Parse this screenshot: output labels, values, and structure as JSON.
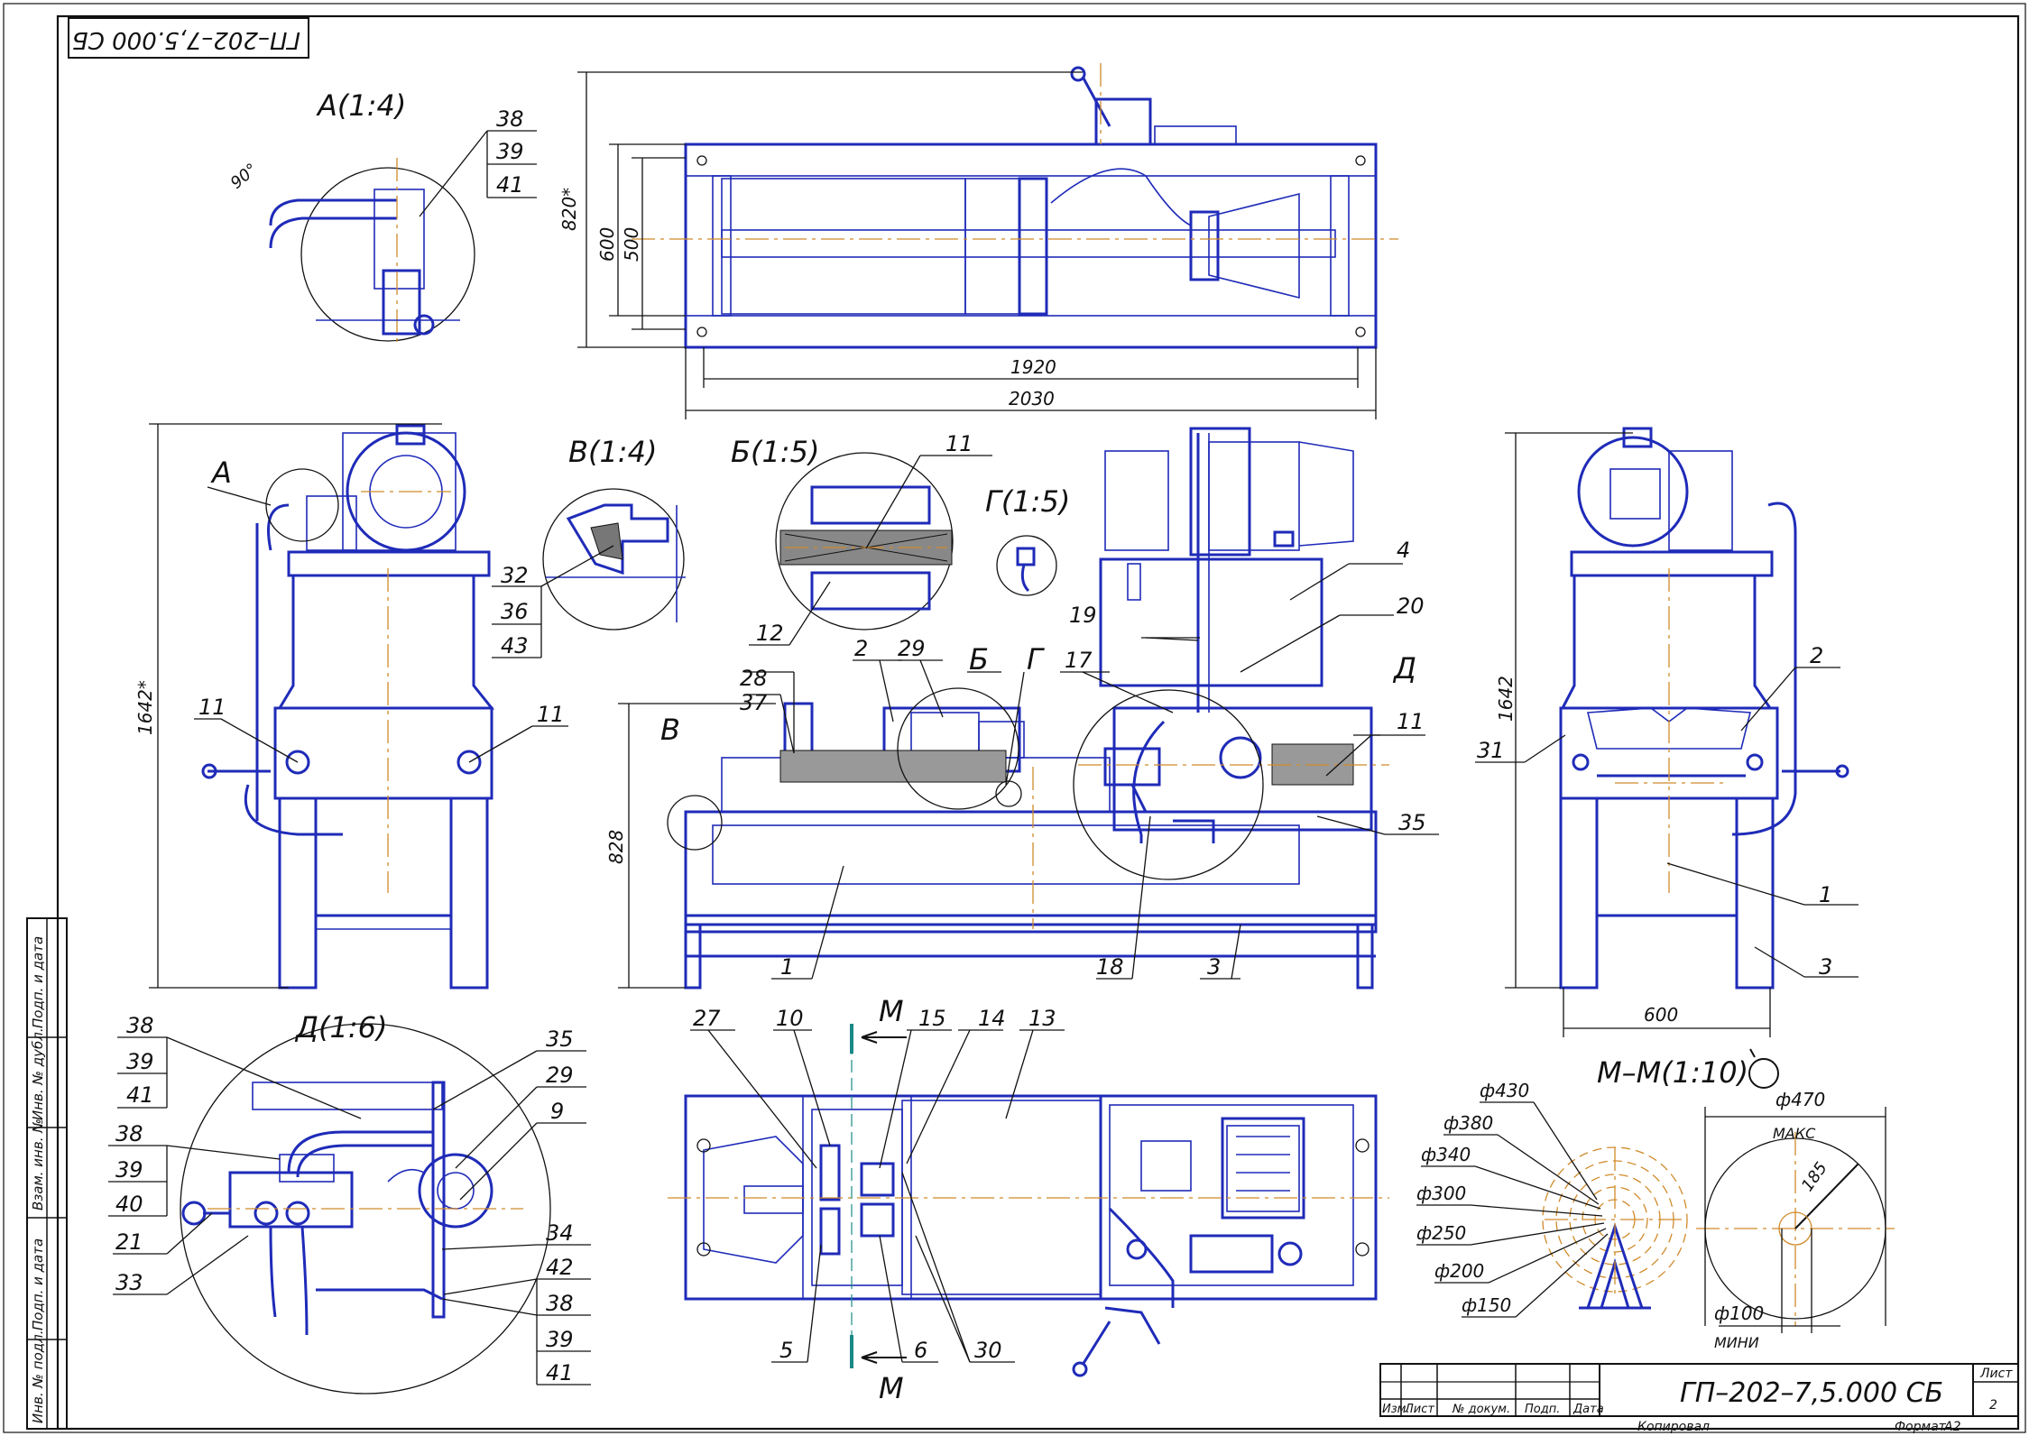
{
  "drawing": {
    "code_rotated": "ГП–202–7,5.000 СБ",
    "title_code": "ГП–202–7,5.000 СБ",
    "sheet_label": "Лист",
    "sheet_number": "2",
    "title_headers": [
      "Изм.",
      "Лист",
      "№ докум.",
      "Подп.",
      "Дата"
    ],
    "copied_label": "Копировал",
    "format_label": "Формат",
    "format_value": "A2",
    "side_stamp": [
      "Подп. и дата",
      "Инв. № дубл.",
      "Взам. инв. №",
      "Подп. и дата",
      "Инв. № подл."
    ]
  },
  "views": {
    "A": "А(1:4)",
    "V": "В(1:4)",
    "B": "Б(1:5)",
    "G": "Г(1:5)",
    "D": "Д(1:6)",
    "MM": "М–М(1:10)"
  },
  "markers": {
    "A": "А",
    "B": "Б",
    "G": "Г",
    "D": "Д",
    "V": "В",
    "M_top": "М",
    "M_bottom": "М"
  },
  "dimensions": {
    "d820": "820*",
    "d600": "600",
    "d500": "500",
    "d1920": "1920",
    "d2030": "2030",
    "d1642l": "1642*",
    "d828": "828",
    "d1642r": "1642",
    "d600r": "600",
    "angle90": "90°"
  },
  "mm_section": {
    "diameters": [
      "ф430",
      "ф380",
      "ф340",
      "ф300",
      "ф250",
      "ф200",
      "ф150"
    ],
    "d470": "ф470",
    "d100": "ф100",
    "r185": "185",
    "maks": "МАКС",
    "mini": "МИНИ"
  },
  "callouts": {
    "a38": "38",
    "a39": "39",
    "a41": "41",
    "v32": "32",
    "v36": "36",
    "v43": "43",
    "b11": "11",
    "b12": "12",
    "l11a": "11",
    "l11b": "11",
    "c28": "28",
    "c37": "37",
    "c2": "2",
    "c29": "29",
    "c17": "17",
    "c19": "19",
    "c20": "20",
    "c4": "4",
    "c11": "11",
    "c35": "35",
    "c1": "1",
    "c18": "18",
    "c3": "3",
    "r2": "2",
    "r31": "31",
    "r1": "1",
    "r3": "3",
    "d38": "38",
    "d39": "39",
    "d41": "41",
    "d38b": "38",
    "d39b": "39",
    "d40": "40",
    "d21": "21",
    "d33": "33",
    "d35": "35",
    "d29": "29",
    "d9": "9",
    "d34": "34",
    "d42": "42",
    "d38c": "38",
    "d39c": "39",
    "d41c": "41",
    "p27": "27",
    "p10": "10",
    "p15": "15",
    "p14": "14",
    "p13": "13",
    "p5": "5",
    "p6": "6",
    "p30": "30"
  }
}
